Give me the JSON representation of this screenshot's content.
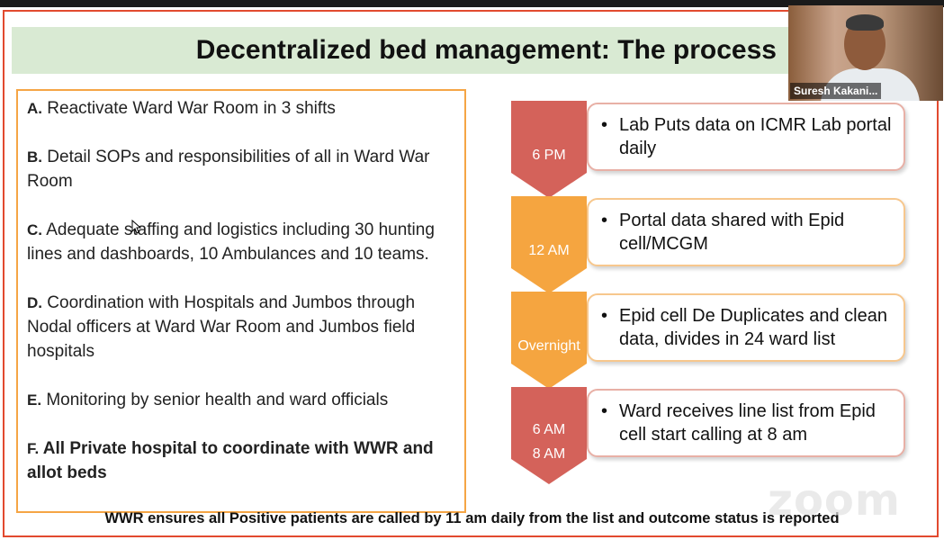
{
  "slide": {
    "title": "Decentralized bed management: The process",
    "left_items": [
      {
        "letter": "A.",
        "text": " Reactivate Ward War Room in 3 shifts",
        "bold": false
      },
      {
        "letter": "B.",
        "text": " Detail SOPs and responsibilities of all in Ward War Room",
        "bold": false
      },
      {
        "letter": "C.",
        "text": " Adequate staffing and logistics including 30 hunting lines and dashboards, 10 Ambulances and 10 teams.",
        "bold": false
      },
      {
        "letter": "D.",
        "text": " Coordination with Hospitals and Jumbos through Nodal officers at Ward War Room and Jumbos field hospitals",
        "bold": false
      },
      {
        "letter": "E.",
        "text": " Monitoring by senior health and ward officials",
        "bold": false
      },
      {
        "letter": "F.",
        "text": " All Private hospital to coordinate with WWR and allot beds",
        "bold": true
      }
    ],
    "steps": [
      {
        "time": "6 PM",
        "time2": "",
        "color": "#d4625a",
        "text": "Lab Puts data on ICMR Lab portal daily"
      },
      {
        "time": "12 AM",
        "time2": "",
        "color": "#f5a540",
        "text": "Portal data shared with Epid cell/MCGM"
      },
      {
        "time": "Overnight",
        "time2": "",
        "color": "#f5a540",
        "text": "Epid cell De Duplicates and clean data, divides in 24 ward list"
      },
      {
        "time": "6 AM",
        "time2": "8 AM",
        "color": "#d4625a",
        "text": "Ward receives line list from Epid cell start calling at 8 am"
      }
    ],
    "footer": "WWR ensures all Positive patients are called by 11 am daily from the list and outcome status is reported"
  },
  "video": {
    "participant_name": "Suresh Kakani...",
    "watermark": "zoom"
  },
  "colors": {
    "frame_border": "#e24a2f",
    "title_band": "#d9ead3",
    "left_box_border": "#f5a545"
  }
}
